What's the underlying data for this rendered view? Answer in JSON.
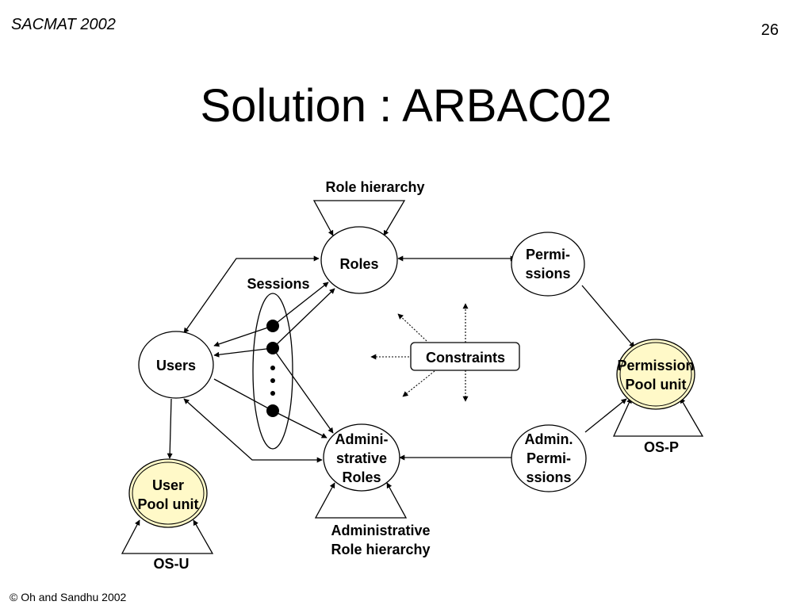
{
  "header": {
    "conference": "SACMAT 2002",
    "page_number": "26"
  },
  "title": "Solution : ARBAC02",
  "footer": "© Oh and Sandhu 2002",
  "diagram": {
    "nodes": {
      "roles": "Roles",
      "permissions": [
        "Permi-",
        "ssions"
      ],
      "users": "Users",
      "permission_pool": [
        "Permission",
        "Pool unit"
      ],
      "admin_roles": [
        "Admini-",
        "strative",
        "Roles"
      ],
      "admin_permissions": [
        "Admin.",
        "Permi-",
        "ssions"
      ],
      "user_pool": [
        "User",
        "Pool unit"
      ],
      "constraints": "Constraints"
    },
    "labels": {
      "role_hierarchy": "Role hierarchy",
      "sessions": "Sessions",
      "admin_role_hierarchy": [
        "Administrative",
        "Role hierarchy"
      ],
      "os_p": "OS-P",
      "os_u": "OS-U"
    },
    "colors": {
      "pool_fill": "#fff9c8",
      "stroke": "#000000"
    }
  }
}
